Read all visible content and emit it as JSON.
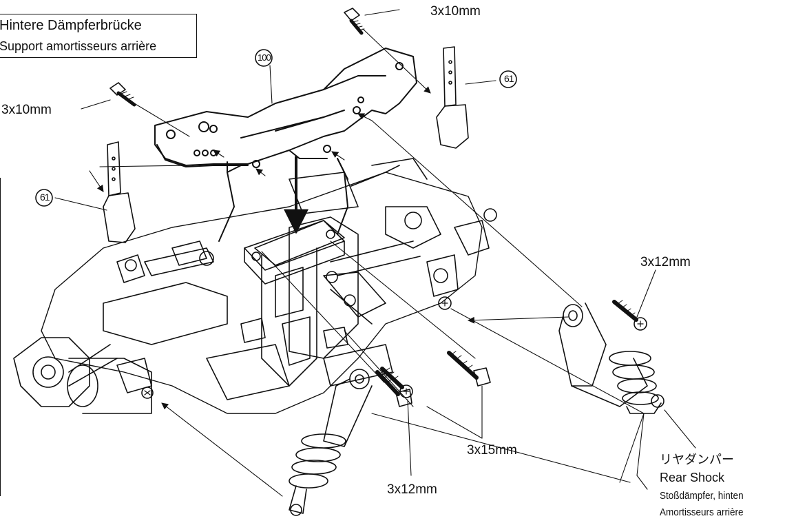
{
  "part_label": {
    "line1": "Hintere Dämpferbrücke",
    "line2": "Support amortisseurs arrière"
  },
  "callouts": {
    "screw_top": "3x10mm",
    "screw_left": "3x10mm",
    "screw_right": "3x12mm",
    "screw_bottom": "3x12mm",
    "screw_center": "3x15mm",
    "ref_100": "100",
    "ref_61_right": "61",
    "ref_61_left": "61"
  },
  "shock_label": {
    "jp": "リヤダンパー",
    "en": "Rear Shock",
    "de": "Stoßdämpfer, hinten",
    "fr": "Amortisseurs arrière"
  }
}
